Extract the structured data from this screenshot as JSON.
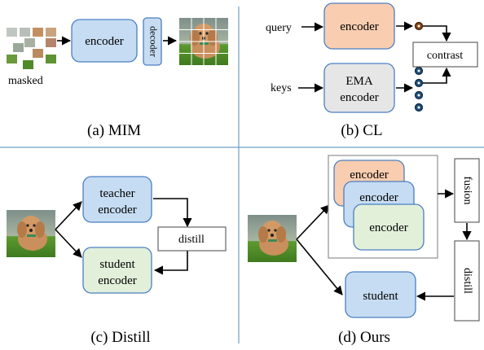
{
  "panels": {
    "a": {
      "caption": "(a) MIM",
      "masked_label": "masked",
      "encoder_label": "encoder",
      "decoder_label": "decoder"
    },
    "b": {
      "caption": "(b) CL",
      "query_label": "query",
      "keys_label": "keys",
      "encoder_label": "encoder",
      "ema_label_line1": "EMA",
      "ema_label_line2": "encoder",
      "contrast_label": "contrast"
    },
    "c": {
      "caption": "(c) Distill",
      "teacher_line1": "teacher",
      "teacher_line2": "encoder",
      "student_line1": "student",
      "student_line2": "encoder",
      "distill_label": "distill"
    },
    "d": {
      "caption": "(d) Ours",
      "encoder1_label": "encoder",
      "encoder2_label": "encoder",
      "encoder3_label": "encoder",
      "fusion_label": "fusion",
      "distill_label": "distill",
      "student_label": "student"
    }
  },
  "colors": {
    "blue_fill": "#c6dcf2",
    "blue_stroke": "#4a7fc1",
    "orange_fill": "#f9cdb0",
    "green_fill": "#e2f0da",
    "gray_fill": "#e6e6e6",
    "divider": "#6e9fc4",
    "dog_fur": "#c98f5c",
    "grass": "#4e8a2a"
  }
}
